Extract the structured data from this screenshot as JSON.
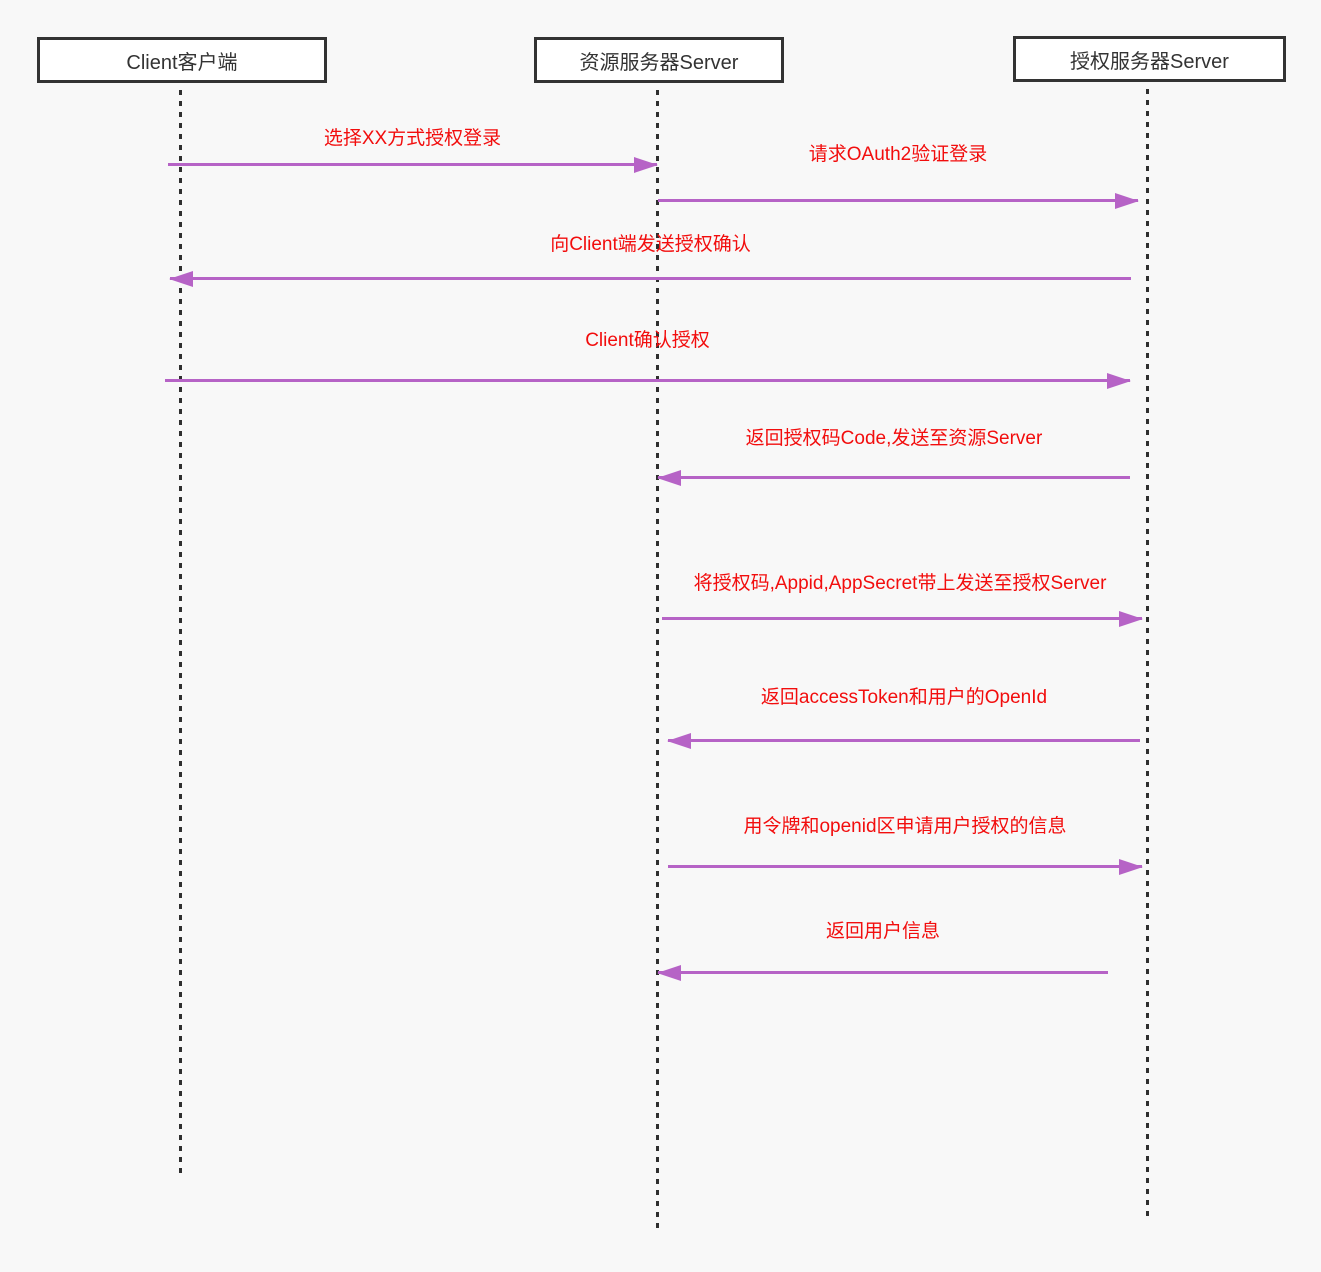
{
  "diagram": {
    "type": "sequence-diagram",
    "topic": "OAuth2",
    "colors": {
      "background": "#f8f8f8",
      "actor_fill": "#ffffff",
      "actor_border": "#333333",
      "actor_text": "#333333",
      "lifeline": "#2f2f2f",
      "arrow": "#b663c6",
      "message_text": "#f20d0d"
    },
    "actors": [
      {
        "id": "client",
        "label": "Client客户端"
      },
      {
        "id": "resource",
        "label": "资源服务器Server"
      },
      {
        "id": "auth",
        "label": "授权服务器Server"
      }
    ],
    "messages": [
      {
        "label": "选择XX方式授权登录",
        "from": "client",
        "to": "resource",
        "direction": "right"
      },
      {
        "label": "请求OAuth2验证登录",
        "from": "resource",
        "to": "auth",
        "direction": "right"
      },
      {
        "label": "向Client端发送授权确认",
        "from": "auth",
        "to": "client",
        "direction": "left"
      },
      {
        "label": "Client确认授权",
        "from": "client",
        "to": "auth",
        "direction": "right"
      },
      {
        "label": "返回授权码Code,发送至资源Server",
        "from": "auth",
        "to": "resource",
        "direction": "left"
      },
      {
        "label": "将授权码,Appid,AppSecret带上发送至授权Server",
        "from": "resource",
        "to": "auth",
        "direction": "right"
      },
      {
        "label": "返回accessToken和用户的OpenId",
        "from": "auth",
        "to": "resource",
        "direction": "left"
      },
      {
        "label": "用令牌和openid区申请用户授权的信息",
        "from": "resource",
        "to": "auth",
        "direction": "right"
      },
      {
        "label": "返回用户信息",
        "from": "auth",
        "to": "resource",
        "direction": "left"
      }
    ]
  }
}
